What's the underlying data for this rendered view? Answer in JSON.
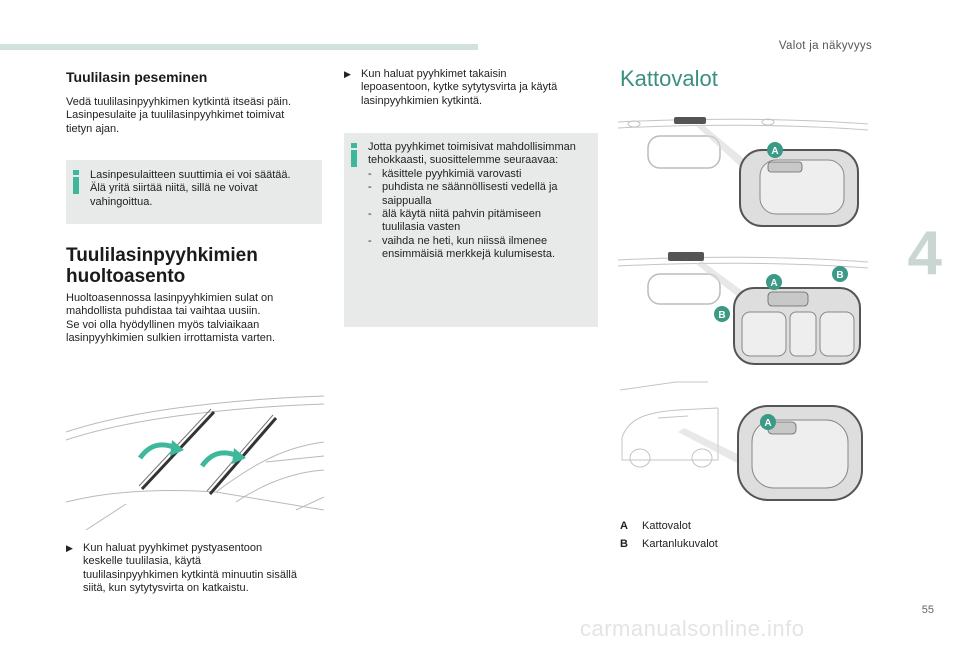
{
  "header": {
    "section_title": "Valot ja näkyvyys",
    "chapter_number": "4",
    "page_number": "55"
  },
  "watermark": "carmanualsonline.info",
  "left": {
    "wash": {
      "heading": "Tuulilasin peseminen",
      "body": [
        "Vedä tuulilasinpyyhkimen kytkintä itseäsi päin.",
        "Lasinpesulaite ja tuulilasinpyyhkimet toimivat",
        "tietyn ajan."
      ],
      "info": [
        "Lasinpesulaitteen suuttimia ei voi säätää.",
        "Älä yritä siirtää niitä, sillä ne voivat",
        "vahingoittua."
      ]
    },
    "service": {
      "heading_line1": "Tuulilasinpyyhkimien",
      "heading_line2": "huoltoasento",
      "body": [
        "Huoltoasennossa lasinpyyhkimien sulat on",
        "mahdollista puhdistaa tai vaihtaa uusiin.",
        "Se voi olla hyödyllinen myös talviaikaan",
        "lasinpyyhkimien sulkien irrottamista varten."
      ]
    },
    "bullet": [
      "Kun haluat pyyhkimet pystyasentoon",
      "keskelle tuulilasia, käytä",
      "tuulilasinpyyhkimen kytkintä minuutin sisällä",
      "siitä, kun sytytysvirta on katkaistu."
    ]
  },
  "middle": {
    "bullet": [
      "Kun haluat pyyhkimet takaisin",
      "lepoasentoon, kytke sytytysvirta ja käytä",
      "lasinpyyhkimien kytkintä."
    ],
    "info_intro": [
      "Jotta pyyhkimet toimisivat mahdollisimman",
      "tehokkaasti, suosittelemme seuraavaa:"
    ],
    "info_list": [
      [
        "käsittele pyyhkimiä varovasti"
      ],
      [
        "puhdista ne säännöllisesti vedellä ja",
        "saippualla"
      ],
      [
        "älä käytä niitä pahvin pitämiseen",
        "tuulilasia vasten"
      ],
      [
        "vaihda ne heti, kun niissä ilmenee",
        "ensimmäisiä merkkejä kulumisesta."
      ]
    ]
  },
  "right": {
    "heading": "Kattovalot",
    "callouts": {
      "a": "A",
      "b": "B"
    },
    "legend": [
      {
        "key": "A",
        "label": "Kattovalot"
      },
      {
        "key": "B",
        "label": "Kartanlukuvalot"
      }
    ]
  },
  "colors": {
    "accent": "#3db89b",
    "callout": "#3a9a86",
    "infobox": "#e8eaea",
    "topbar": "#cfe3dc"
  }
}
